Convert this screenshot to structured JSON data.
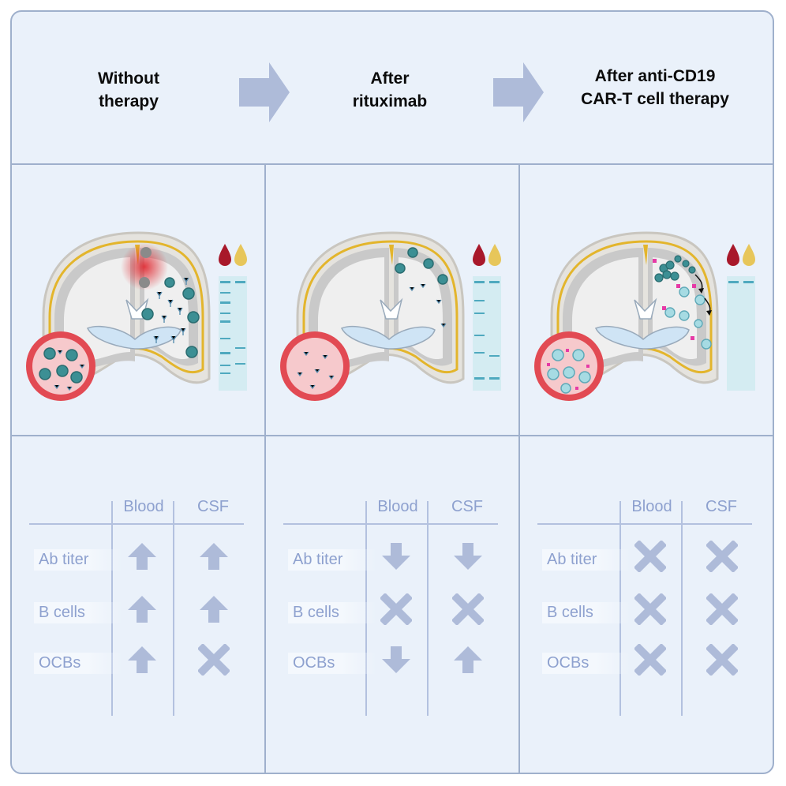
{
  "header": {
    "stage_1": [
      "Without",
      "therapy"
    ],
    "stage_2": [
      "After",
      "rituximab"
    ],
    "stage_3": [
      "After anti-CD19",
      "CAR-T cell therapy"
    ]
  },
  "colors": {
    "frame": "#9fb0cc",
    "background": "#eaf1fa",
    "arrow": "#aebbd9",
    "table_text": "#8ea1cf",
    "blood_drop": "#a8182a",
    "csf_drop": "#e7c65a"
  },
  "tables": [
    {
      "columns": [
        "Blood",
        "CSF"
      ],
      "rows": [
        {
          "label": "Ab titer",
          "blood": "up",
          "csf": "up"
        },
        {
          "label": "B cells",
          "blood": "up",
          "csf": "up"
        },
        {
          "label": "OCBs",
          "blood": "up",
          "csf": "cross"
        }
      ]
    },
    {
      "columns": [
        "Blood",
        "CSF"
      ],
      "rows": [
        {
          "label": "Ab titer",
          "blood": "down",
          "csf": "down"
        },
        {
          "label": "B cells",
          "blood": "cross",
          "csf": "cross"
        },
        {
          "label": "OCBs",
          "blood": "down",
          "csf": "up"
        }
      ]
    },
    {
      "columns": [
        "Blood",
        "CSF"
      ],
      "rows": [
        {
          "label": "Ab titer",
          "blood": "cross",
          "csf": "cross"
        },
        {
          "label": "B cells",
          "blood": "cross",
          "csf": "cross"
        },
        {
          "label": "OCBs",
          "blood": "cross",
          "csf": "cross"
        }
      ]
    }
  ]
}
